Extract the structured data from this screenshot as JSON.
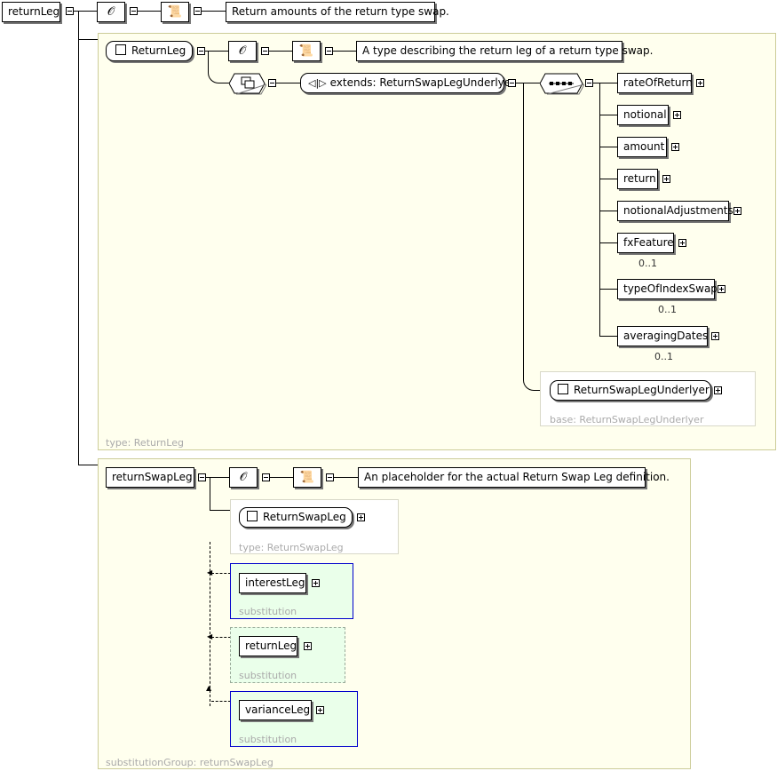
{
  "root": {
    "name": "returnLeg",
    "documentation": "Return amounts of the return type swap."
  },
  "return_leg_type": {
    "type_name": "ReturnLeg",
    "documentation": "A type describing the return leg of a return type swap.",
    "extends_label": "extends: ReturnSwapLegUnderlyer",
    "footer": "type: ReturnLeg",
    "sequence_elements": [
      {
        "name": "rateOfReturn",
        "occurs": ""
      },
      {
        "name": "notional",
        "occurs": ""
      },
      {
        "name": "amount",
        "occurs": ""
      },
      {
        "name": "return",
        "occurs": ""
      },
      {
        "name": "notionalAdjustments",
        "occurs": ""
      },
      {
        "name": "fxFeature",
        "occurs": "0..1"
      },
      {
        "name": "typeOfIndexSwap",
        "occurs": "0..1"
      },
      {
        "name": "averagingDates",
        "occurs": "0..1"
      }
    ],
    "base_type": {
      "name": "ReturnSwapLegUnderlyer",
      "footer": "base: ReturnSwapLegUnderlyer"
    }
  },
  "return_swap_leg": {
    "name": "returnSwapLeg",
    "documentation": "An placeholder for the actual Return Swap Leg definition.",
    "type_name": "ReturnSwapLeg",
    "type_footer": "type: ReturnSwapLeg",
    "substitutions": [
      {
        "name": "interestLeg",
        "label": "substitution"
      },
      {
        "name": "returnLeg",
        "label": "substitution"
      },
      {
        "name": "varianceLeg",
        "label": "substitution"
      }
    ],
    "footer": "substitutionGroup: returnSwapLeg"
  },
  "icons": {
    "annotation": "paperclip-icon",
    "documentation": "scroll-icon",
    "sequence": "sequence-icon",
    "complex_content": "complex-content-icon",
    "extension": "extension-icon"
  }
}
